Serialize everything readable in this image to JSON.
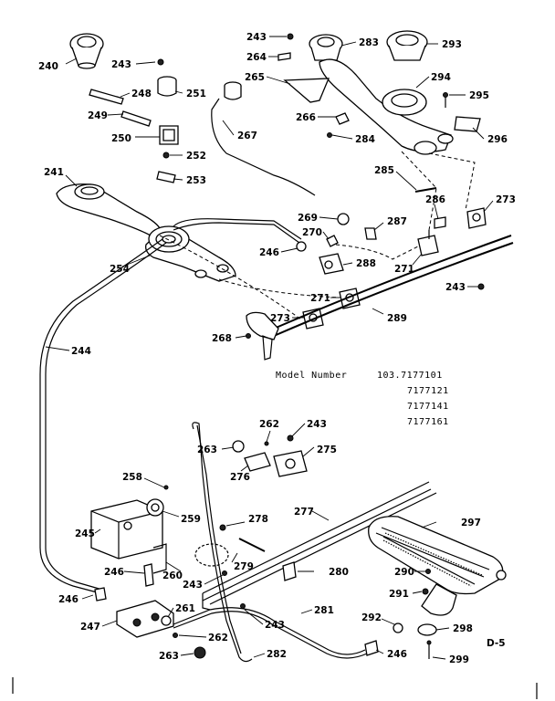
{
  "model": {
    "heading": "Model Number",
    "numbers": [
      "103.7177101",
      "7177121",
      "7177141",
      "7177161"
    ]
  },
  "page_code": "D-5",
  "part_labels": [
    {
      "id": "240",
      "text": "240"
    },
    {
      "id": "243a",
      "text": "243"
    },
    {
      "id": "248",
      "text": "248"
    },
    {
      "id": "251",
      "text": "251"
    },
    {
      "id": "249",
      "text": "249"
    },
    {
      "id": "250",
      "text": "250"
    },
    {
      "id": "252",
      "text": "252"
    },
    {
      "id": "253",
      "text": "253"
    },
    {
      "id": "241",
      "text": "241"
    },
    {
      "id": "243b",
      "text": "243"
    },
    {
      "id": "264",
      "text": "264"
    },
    {
      "id": "265",
      "text": "265"
    },
    {
      "id": "267",
      "text": "267"
    },
    {
      "id": "283",
      "text": "283"
    },
    {
      "id": "293",
      "text": "293"
    },
    {
      "id": "294",
      "text": "294"
    },
    {
      "id": "295",
      "text": "295"
    },
    {
      "id": "266",
      "text": "266"
    },
    {
      "id": "284",
      "text": "284"
    },
    {
      "id": "296",
      "text": "296"
    },
    {
      "id": "285",
      "text": "285"
    },
    {
      "id": "273a",
      "text": "273"
    },
    {
      "id": "286",
      "text": "286"
    },
    {
      "id": "269",
      "text": "269"
    },
    {
      "id": "270",
      "text": "270"
    },
    {
      "id": "287",
      "text": "287"
    },
    {
      "id": "246a",
      "text": "246"
    },
    {
      "id": "288",
      "text": "288"
    },
    {
      "id": "271a",
      "text": "271"
    },
    {
      "id": "254",
      "text": "254"
    },
    {
      "id": "243c",
      "text": "243"
    },
    {
      "id": "271b",
      "text": "271"
    },
    {
      "id": "273b",
      "text": "273"
    },
    {
      "id": "289",
      "text": "289"
    },
    {
      "id": "268",
      "text": "268"
    },
    {
      "id": "244",
      "text": "244"
    },
    {
      "id": "262a",
      "text": "262"
    },
    {
      "id": "243d",
      "text": "243"
    },
    {
      "id": "263a",
      "text": "263"
    },
    {
      "id": "275",
      "text": "275"
    },
    {
      "id": "276",
      "text": "276"
    },
    {
      "id": "258",
      "text": "258"
    },
    {
      "id": "259",
      "text": "259"
    },
    {
      "id": "277",
      "text": "277"
    },
    {
      "id": "297",
      "text": "297"
    },
    {
      "id": "245",
      "text": "245"
    },
    {
      "id": "278",
      "text": "278"
    },
    {
      "id": "246b",
      "text": "246"
    },
    {
      "id": "260",
      "text": "260"
    },
    {
      "id": "279",
      "text": "279"
    },
    {
      "id": "280",
      "text": "280"
    },
    {
      "id": "290",
      "text": "290"
    },
    {
      "id": "243e",
      "text": "243"
    },
    {
      "id": "291",
      "text": "291"
    },
    {
      "id": "246c",
      "text": "246"
    },
    {
      "id": "261",
      "text": "261"
    },
    {
      "id": "243f",
      "text": "243"
    },
    {
      "id": "281",
      "text": "281"
    },
    {
      "id": "247",
      "text": "247"
    },
    {
      "id": "262b",
      "text": "262"
    },
    {
      "id": "292",
      "text": "292"
    },
    {
      "id": "298",
      "text": "298"
    },
    {
      "id": "263b",
      "text": "263"
    },
    {
      "id": "282",
      "text": "282"
    },
    {
      "id": "246d",
      "text": "246"
    },
    {
      "id": "299",
      "text": "299"
    }
  ]
}
